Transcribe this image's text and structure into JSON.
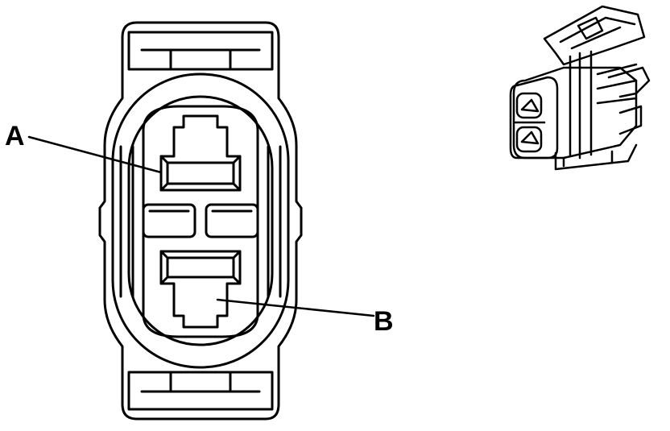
{
  "labels": {
    "pin_a": "A",
    "pin_b": "B"
  },
  "colors": {
    "line": "#000000",
    "background": "#ffffff"
  },
  "views": {
    "face_view_icon": "connector-face-view",
    "iso_view_icon": "connector-isometric-view"
  }
}
